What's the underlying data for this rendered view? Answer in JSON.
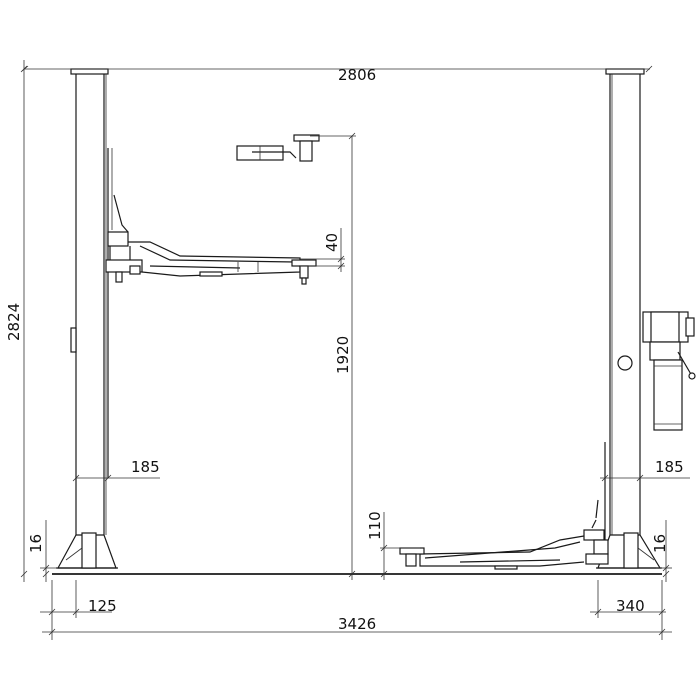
{
  "dimensions": {
    "top_width": "2806",
    "total_height": "2824",
    "arm_height": "1920",
    "pad_thickness": "40",
    "left_column_depth": "185",
    "right_column_depth": "185",
    "min_height": "110",
    "base_left": "16",
    "base_right": "16",
    "left_offset": "125",
    "right_offset": "340",
    "total_width": "3426"
  }
}
